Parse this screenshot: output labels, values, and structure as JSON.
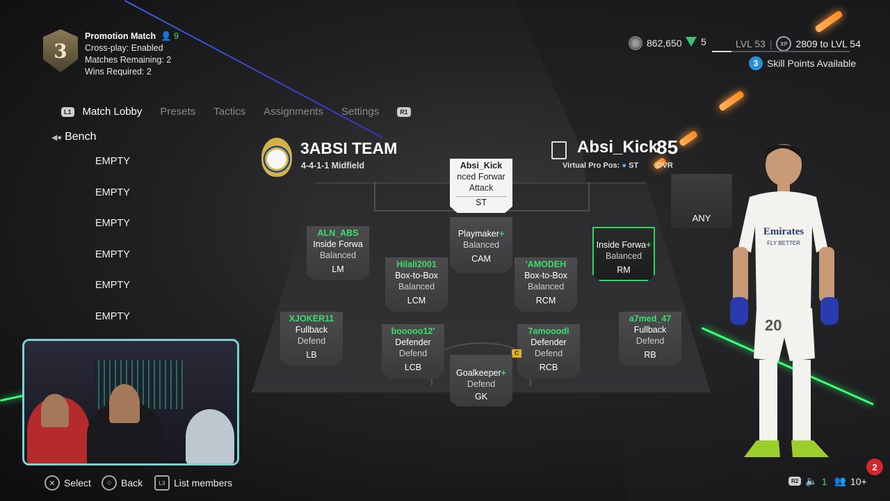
{
  "promotion": {
    "title": "Promotion Match",
    "rank": "3",
    "party_count": "9",
    "crossplay": "Cross-play: Enabled",
    "matches_remaining": "Matches Remaining: 2",
    "wins_required": "Wins Required: 2"
  },
  "currency": {
    "coins": "862,650",
    "gems": "5",
    "level": "LVL 53",
    "xp_to_next": "2809 to LVL 54",
    "skill_points_count": "3",
    "skill_points_label": "Skill Points Available"
  },
  "tabs": {
    "l1": "L1",
    "r1": "R1",
    "items": [
      "Match Lobby",
      "Presets",
      "Tactics",
      "Assignments",
      "Settings"
    ]
  },
  "bench": {
    "title": "Bench",
    "items": [
      "EMPTY",
      "EMPTY",
      "EMPTY",
      "EMPTY",
      "EMPTY",
      "EMPTY"
    ]
  },
  "team": {
    "name": "3ABSI TEAM",
    "formation": "4-4-1-1 Midfield"
  },
  "selected_player": {
    "name": "Absi_Kick",
    "vp_pos_label": "Virtual Pro Pos:",
    "vp_pos": "ST",
    "ovr": "85",
    "ovr_label": "OVR"
  },
  "positions": {
    "st": {
      "name": "Absi_Kick",
      "role": "nced Forwar",
      "style": "Attack",
      "pos": "ST"
    },
    "lm": {
      "name": "ALN_ABS",
      "role": "Inside Forwa",
      "style": "Balanced",
      "pos": "LM"
    },
    "cam": {
      "name": "",
      "role": "Playmaker",
      "style": "Balanced",
      "pos": "CAM"
    },
    "rm": {
      "name": "",
      "role": "Inside Forwa",
      "style": "Balanced",
      "pos": "RM"
    },
    "lcm": {
      "name": "Hilali2001",
      "role": "Box-to-Box",
      "style": "Balanced",
      "pos": "LCM"
    },
    "rcm": {
      "name": "'AMODEH",
      "role": "Box-to-Box",
      "style": "Balanced",
      "pos": "RCM"
    },
    "lb": {
      "name": "XJOKER11",
      "role": "Fullback",
      "style": "Defend",
      "pos": "LB"
    },
    "lcb": {
      "name": "booooo12'",
      "role": "Defender",
      "style": "Defend",
      "pos": "LCB"
    },
    "rcb": {
      "name": "7amooodl",
      "role": "Defender",
      "style": "Defend",
      "pos": "RCB"
    },
    "rb": {
      "name": "a7med_47",
      "role": "Fullback",
      "style": "Defend",
      "pos": "RB"
    },
    "gk": {
      "name": "",
      "role": "Goalkeeper",
      "style": "Defend",
      "pos": "GK"
    },
    "captain": "C",
    "any": "ANY"
  },
  "kit": {
    "sponsor": "Emirates",
    "sponsor_sub": "FLY BETTER",
    "number": "20"
  },
  "footer": {
    "select": "Select",
    "back": "Back",
    "l3": "L3",
    "list_members": "List members",
    "r2": "R2",
    "mic_count": "1",
    "members_count": "10+",
    "notifications": "2"
  },
  "icons": {
    "select": "cross-button-icon",
    "back": "circle-button-icon",
    "mic": "speaker-icon",
    "members": "people-icon"
  }
}
